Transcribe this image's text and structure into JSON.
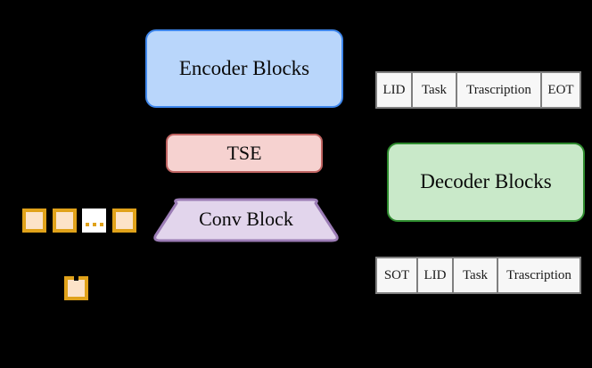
{
  "diagram": {
    "title": "Speech model encoder-decoder architecture diagram",
    "background_color": "#000000",
    "encoder": {
      "label": "Encoder Blocks",
      "fill": "#b9d6fb",
      "border": "#3f87ec"
    },
    "tse": {
      "label": "TSE",
      "fill": "#f6d2d0",
      "border": "#c06462"
    },
    "conv": {
      "label": "Conv Block",
      "fill": "#e2d5ec",
      "border": "#9b7cb5"
    },
    "decoder": {
      "label": "Decoder Blocks",
      "fill": "#c9e9c9",
      "border": "#2e8b2e"
    },
    "output_tokens": {
      "cells": [
        {
          "label": "LID",
          "width": 42
        },
        {
          "label": "Task",
          "width": 52
        },
        {
          "label": "Trascription",
          "width": 97
        },
        {
          "label": "EOT",
          "width": 46
        }
      ],
      "fill": "#f7f7f7",
      "border": "#808080"
    },
    "input_tokens": {
      "cells": [
        {
          "label": "SOT",
          "width": 48
        },
        {
          "label": "LID",
          "width": 42
        },
        {
          "label": "Task",
          "width": 52
        },
        {
          "label": "Trascription",
          "width": 95
        }
      ],
      "fill": "#f7f7f7",
      "border": "#808080"
    },
    "features": {
      "fill": "#fce3c8",
      "border": "#e0a21a",
      "sequence": [
        {
          "type": "square"
        },
        {
          "type": "square"
        },
        {
          "type": "ellipsis"
        },
        {
          "type": "square"
        }
      ],
      "enrollment": {
        "type": "square-notched"
      }
    }
  }
}
